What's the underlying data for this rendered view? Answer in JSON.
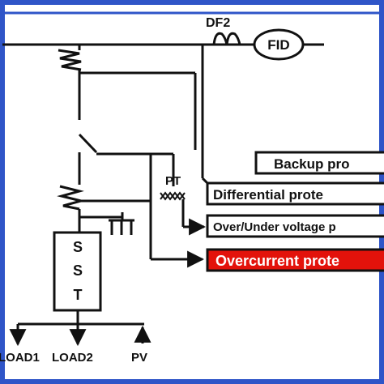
{
  "colors": {
    "frame": "#2f55c8",
    "ink": "#111111",
    "alert": "#e3120b",
    "alert_text": "#ffffff"
  },
  "labels": {
    "fuse": "DF2",
    "fid": "FID",
    "pt": "PT",
    "sst": [
      "S",
      "S",
      "T"
    ],
    "load1": "LOAD1",
    "load2": "LOAD2",
    "pv": "PV"
  },
  "boxes": {
    "backup": "Backup pro",
    "differential": "Differential prote",
    "overunder": "Over/Under voltage p",
    "overcurrent": "Overcurrent prote"
  }
}
